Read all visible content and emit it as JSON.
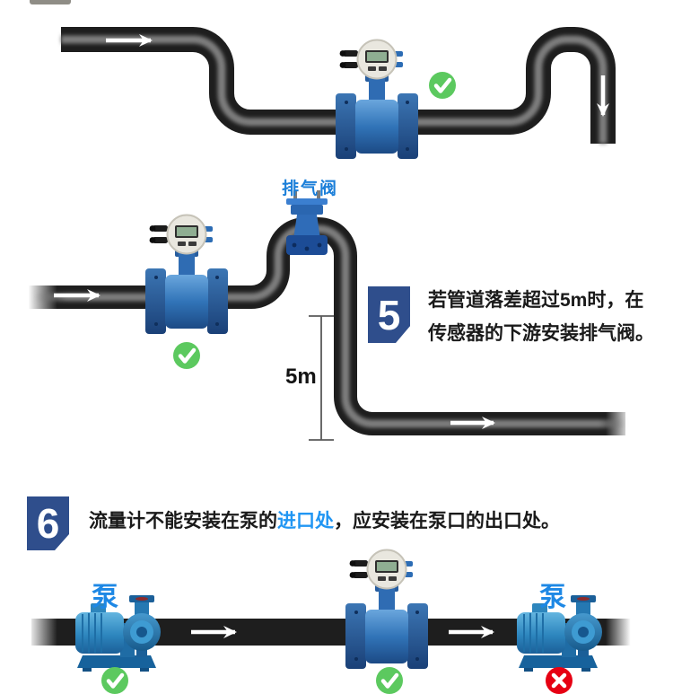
{
  "colors": {
    "badge_blue": "#2F4E8C",
    "step_text_dark": "#1A1A1A",
    "highlight_blue": "#2196F3",
    "valve_label_blue": "#1B7FD9",
    "pump_label_blue": "#1E88E5",
    "check_green": "#5CC95F",
    "cross_red": "#E60013",
    "pipe_dark": "#1E1E1E"
  },
  "steps": {
    "step5": {
      "number": "5",
      "line1": "若管道落差超过5m时，在",
      "line2": "传感器的下游安装排气阀。"
    },
    "step6": {
      "number": "6",
      "before": "流量计不能安装在泵的",
      "highlight": "进口处",
      "after": "，应安装在泵口的出口处。"
    }
  },
  "labels": {
    "exhaust_valve": "排气阀",
    "drop_height": "5m",
    "pump_left": "泵",
    "pump_right": "泵"
  },
  "icons": {
    "approved": "check-circle",
    "rejected": "x-circle",
    "flow_direction": "arrow"
  }
}
